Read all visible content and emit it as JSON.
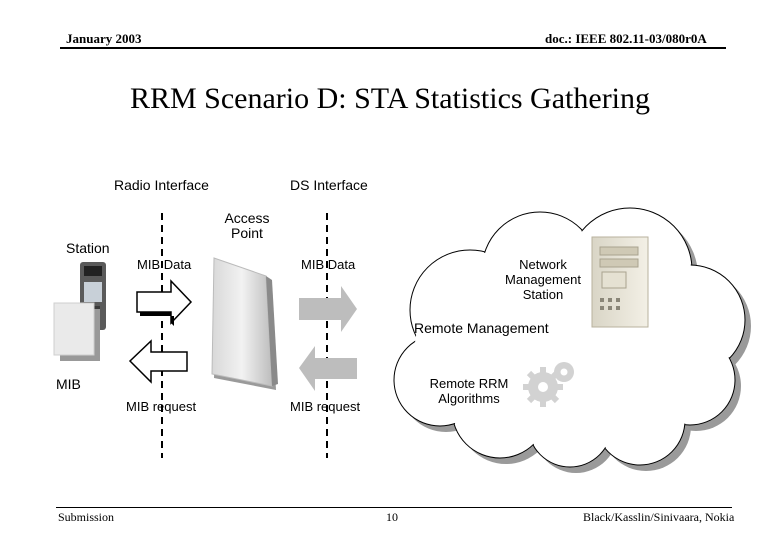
{
  "header": {
    "date": "January 2003",
    "doc_id": "doc.: IEEE 802.11-03/080r0A"
  },
  "title": "RRM Scenario D: STA Statistics Gathering",
  "diagram": {
    "radio_interface": "Radio Interface",
    "ds_interface": "DS Interface",
    "access_point": [
      "Access",
      "Point"
    ],
    "station": "Station",
    "mib_data_left": "MIB Data",
    "mib_data_right": "MIB Data",
    "network_management_station": [
      "Network",
      "Management",
      "Station"
    ],
    "remote_management": "Remote Management",
    "mib": "MIB",
    "mib_request_left": "MIB request",
    "mib_request_right": "MIB request",
    "remote_rrm_algorithms": [
      "Remote RRM",
      "Algorithms"
    ]
  },
  "footer": {
    "left": "Submission",
    "page": "10",
    "right": "Black/Kasslin/Sinivaara, Nokia"
  }
}
